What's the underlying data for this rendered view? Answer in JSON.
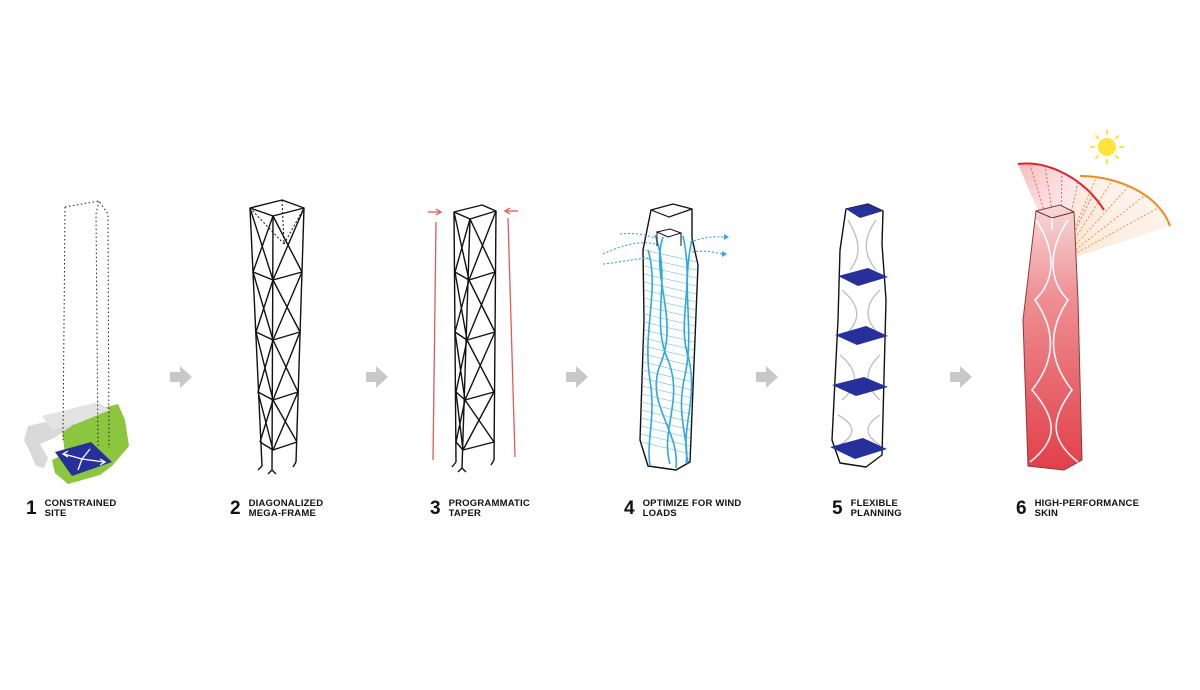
{
  "steps": [
    {
      "number": "1",
      "line1": "CONSTRAINED",
      "line2": "SITE"
    },
    {
      "number": "2",
      "line1": "DIAGONALIZED",
      "line2": "MEGA-FRAME"
    },
    {
      "number": "3",
      "line1": "PROGRAMMATIC",
      "line2": "TAPER"
    },
    {
      "number": "4",
      "line1": "OPTIMIZE FOR WIND",
      "line2": "LOADS"
    },
    {
      "number": "5",
      "line1": "FLEXIBLE",
      "line2": "PLANNING"
    },
    {
      "number": "6",
      "line1": "HIGH-PERFORMANCE",
      "line2": "SKIN"
    }
  ],
  "icons": {
    "process": "arrow-right-icon",
    "sun": "sun-icon"
  },
  "colors": {
    "line": "#111111",
    "site_green": "#8cc63f",
    "site_grey": "#d9d9d9",
    "floor_blue": "#27309a",
    "wind_blue": "#2fa8e0",
    "taper_red": "#e05a5a",
    "skin_red": "#e8414a",
    "sun_yellow": "#ffe23a",
    "orange": "#f08a24",
    "arrow_grey": "#c8c8c8"
  }
}
